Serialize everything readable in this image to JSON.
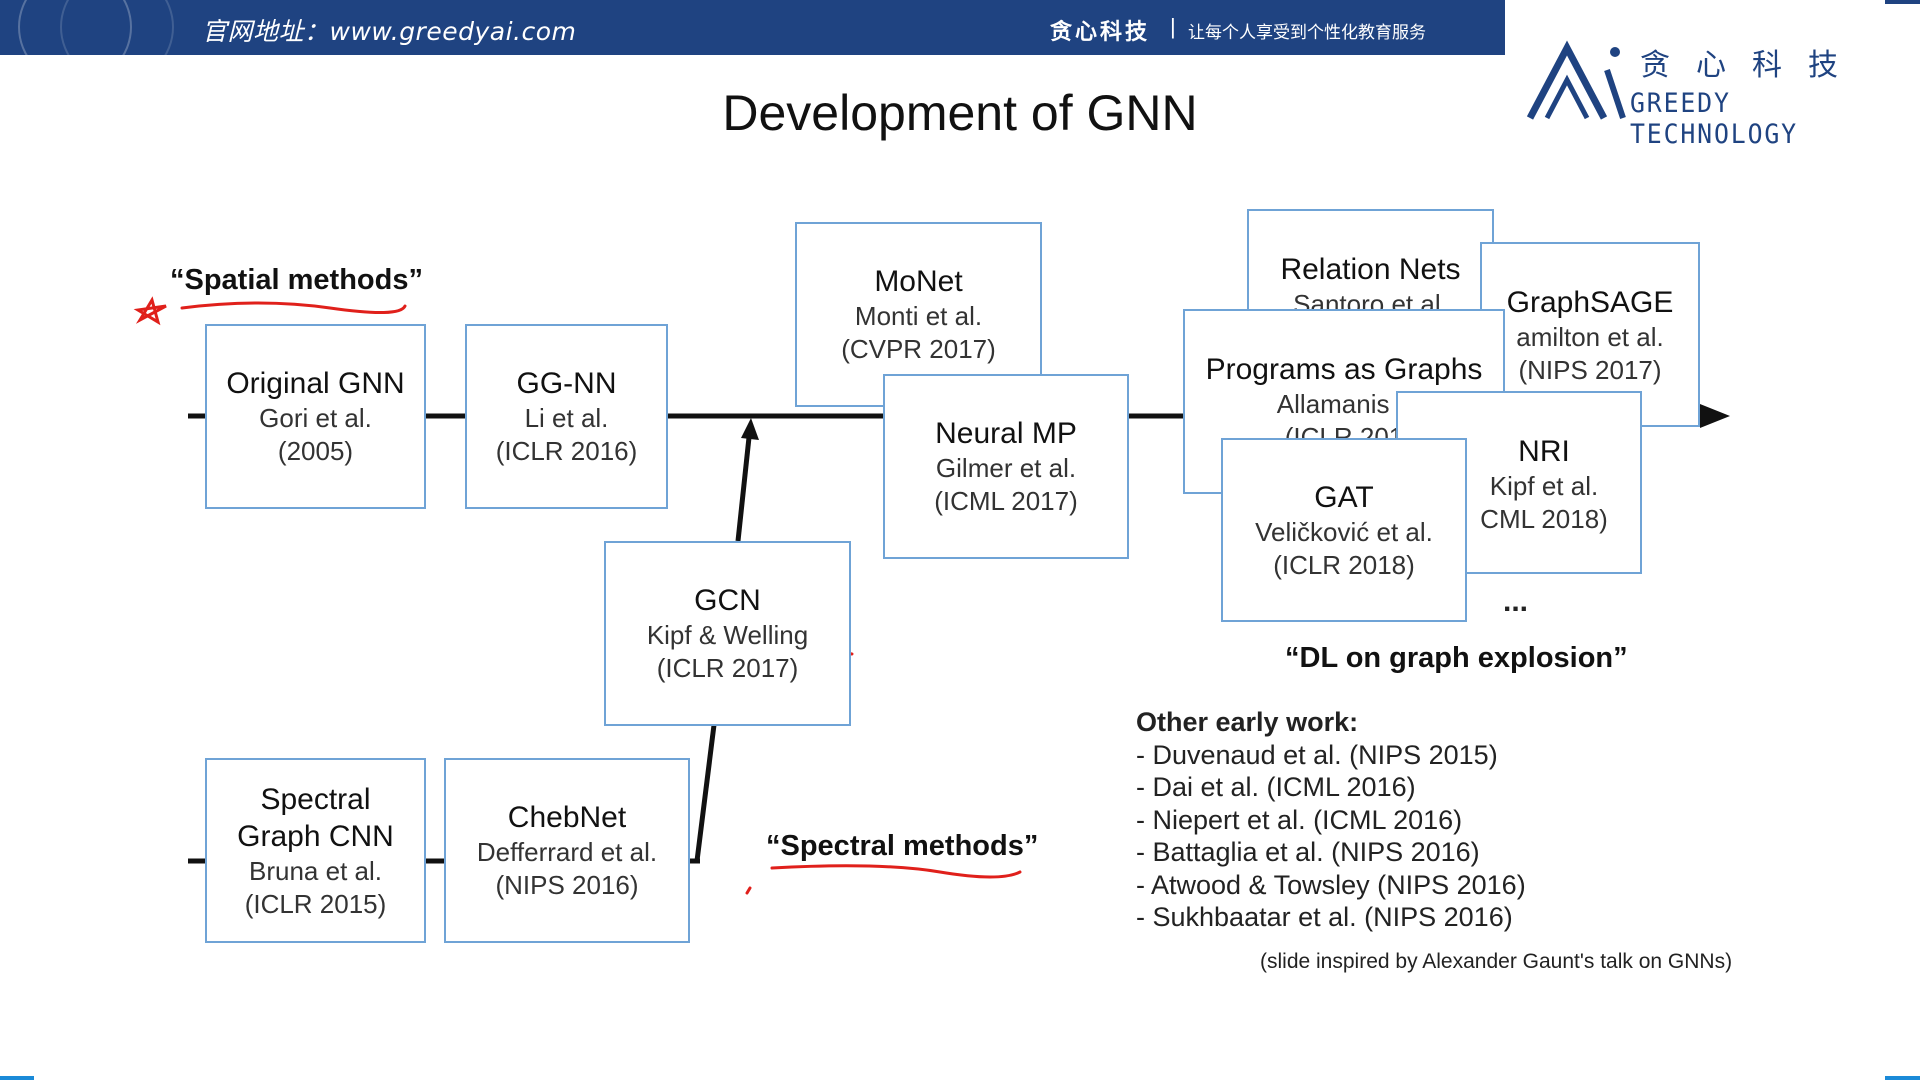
{
  "banner": {
    "url": "官网地址：www.greedyai.com",
    "brand": "贪心科技",
    "separator": "|",
    "slogan": "让每个人享受到个性化教育服务"
  },
  "logo": {
    "cn": "贪心科技",
    "en": "GREEDY TECHNOLOGY"
  },
  "colors": {
    "banner": "#1f4381",
    "box_border": "#6fa3d6",
    "annotation_red": "#e0201b"
  },
  "slide": {
    "title": "Development of GNN",
    "spatial_label": "“Spatial methods”",
    "spectral_label": "“Spectral methods”",
    "explosion_label": "“DL on graph explosion”",
    "ellipsis": "...",
    "credit": "(slide inspired by Alexander Gaunt's talk on GNNs)"
  },
  "boxes": {
    "original_gnn": {
      "name": "Original GNN",
      "author": "Gori et al.",
      "venue": "(2005)"
    },
    "ggnn": {
      "name": "GG-NN",
      "author": "Li et al.",
      "venue": "(ICLR 2016)"
    },
    "monet": {
      "name": "MoNet",
      "author": "Monti et al.",
      "venue": "(CVPR 2017)"
    },
    "neural_mp": {
      "name": "Neural MP",
      "author": "Gilmer et al.",
      "venue": "(ICML 2017)"
    },
    "gcn": {
      "name": "GCN",
      "author": "Kipf & Welling",
      "venue": "(ICLR 2017)"
    },
    "spectral_cnn": {
      "name1": "Spectral",
      "name2": "Graph CNN",
      "author": "Bruna et al.",
      "venue": "(ICLR 2015)"
    },
    "chebnet": {
      "name": "ChebNet",
      "author": "Defferrard et al.",
      "venue": "(NIPS 2016)"
    },
    "relation_nets": {
      "name": "Relation Nets",
      "author": "Santoro et al."
    },
    "graphsage": {
      "name": "GraphSAGE",
      "author": "amilton et al.",
      "venue": "(NIPS 2017)"
    },
    "programs": {
      "name": "Programs as Graphs",
      "author": "Allamanis e",
      "venue": "(ICLR 201"
    },
    "nri": {
      "name": "NRI",
      "author": "Kipf et al.",
      "venue": "CML 2018)"
    },
    "gat": {
      "name": "GAT",
      "author": "Veličković et al.",
      "venue": "(ICLR 2018)"
    }
  },
  "other_work": {
    "heading": "Other early work:",
    "items": [
      "- Duvenaud et al. (NIPS 2015)",
      "- Dai et al. (ICML 2016)",
      "- Niepert et al. (ICML 2016)",
      "- Battaglia et al. (NIPS 2016)",
      "- Atwood & Towsley (NIPS 2016)",
      "- Sukhbaatar et al. (NIPS 2016)"
    ]
  }
}
